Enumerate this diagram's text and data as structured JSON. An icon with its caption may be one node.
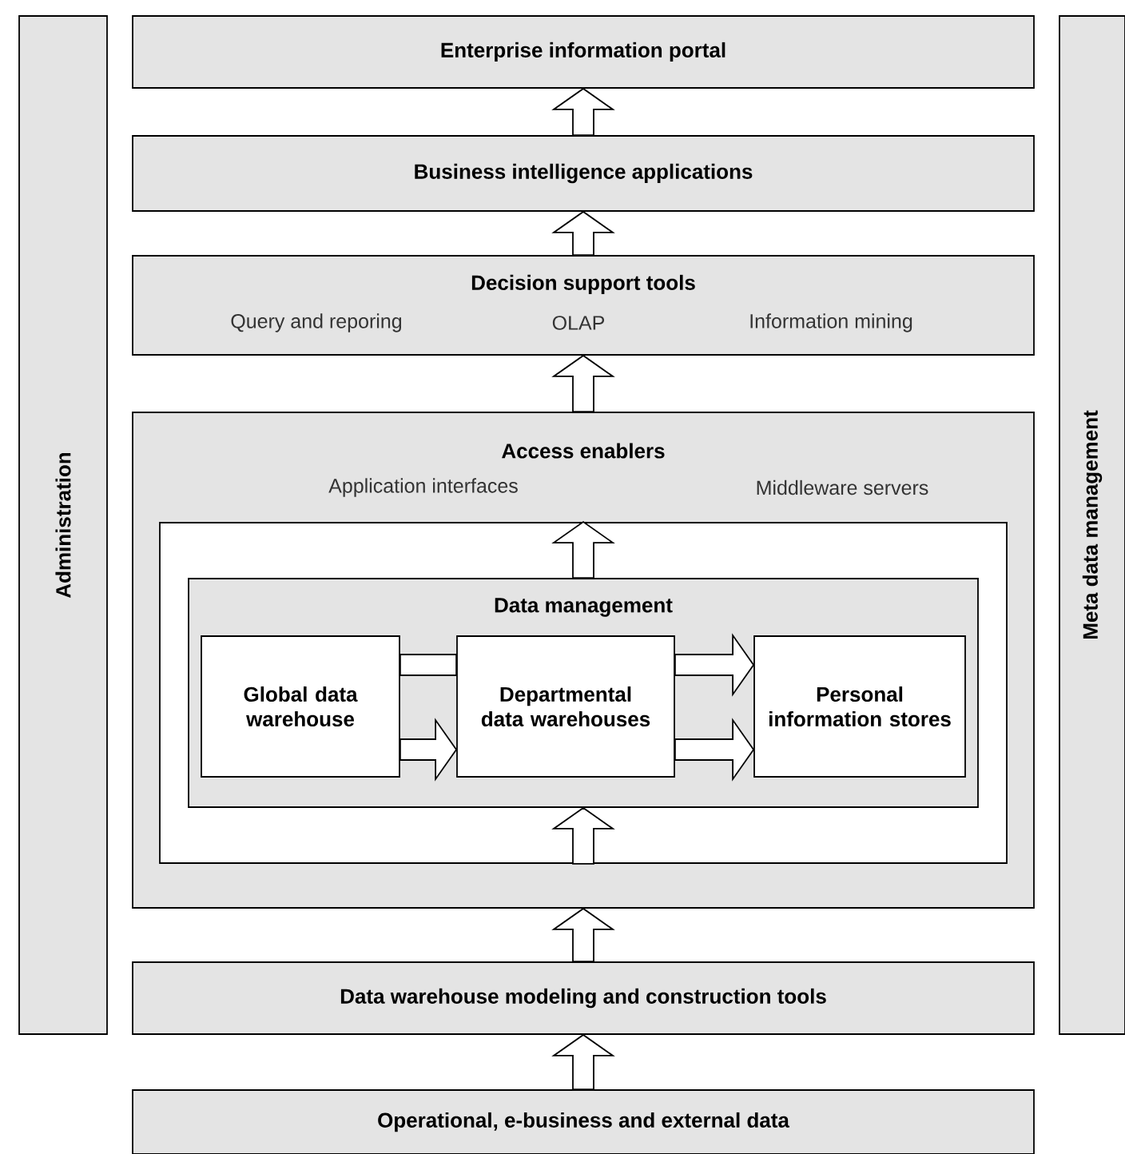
{
  "diagram": {
    "nodes": [
      {
        "text": [
          "Administration"
        ]
      },
      {
        "text": [
          "Enterprise information portal"
        ]
      },
      {
        "text": [
          "Business intelligence applications"
        ]
      },
      {
        "text": [
          "Decision support tools",
          "Query and reporing",
          "OLAP",
          "Information mining"
        ]
      },
      {
        "text": [
          "Access enablers",
          "Application interfaces",
          "Middleware servers"
        ]
      },
      {
        "text": [],
        "shape": "box",
        "in": 4
      },
      {
        "text": [
          "Data management"
        ],
        "in": 5
      },
      {
        "text": [
          "Global data warehouse"
        ],
        "in": 6
      },
      {
        "text": [
          "Departmental data warehouses"
        ],
        "in": 6
      },
      {
        "text": [
          "Personal information stores"
        ],
        "in": 6
      },
      {
        "text": [
          "Data warehouse modeling and construction tools"
        ]
      },
      {
        "text": [
          "Operational, e-business and external data"
        ]
      },
      {
        "text": [
          "Meta data management"
        ]
      }
    ],
    "edges": [
      {
        "from": 2,
        "to": 1,
        "arrow": "to"
      },
      {
        "from": 3,
        "to": 2,
        "arrow": "to"
      },
      {
        "from": 4,
        "to": 3,
        "arrow": "to"
      },
      {
        "from": 6,
        "to": 5,
        "arrow": "to"
      },
      {
        "from": 7,
        "to": 8,
        "arrow": "none"
      },
      {
        "from": 7,
        "to": 8,
        "arrow": "to"
      },
      {
        "from": 8,
        "to": 9,
        "arrow": "to"
      },
      {
        "from": 8,
        "to": 9,
        "arrow": "to"
      },
      {
        "from": 5,
        "to": 6,
        "arrow": "to"
      },
      {
        "from": 10,
        "to": 4,
        "arrow": "to"
      },
      {
        "from": 11,
        "to": 10,
        "arrow": "to"
      }
    ]
  }
}
